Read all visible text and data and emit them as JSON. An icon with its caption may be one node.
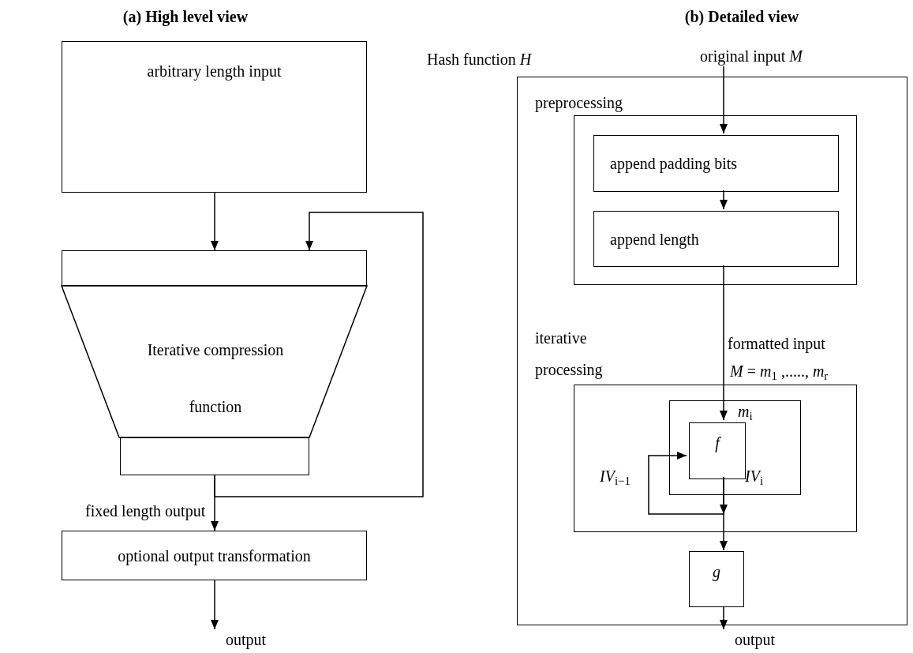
{
  "diagram": {
    "nodes": [
      {
        "text": [
          "arbitrary length input"
        ]
      },
      {
        "text": [],
        "shape": "box"
      },
      {
        "text": [
          "Iterative compression function"
        ]
      },
      {
        "text": [],
        "shape": "box"
      },
      {
        "text": [
          "optional output transformation"
        ]
      },
      {
        "text": [
          "output"
        ]
      },
      {
        "text": [
          "Hash function *H*"
        ]
      },
      {
        "text": [
          "preprocessing"
        ],
        "in": 6
      },
      {
        "text": [
          "append padding bits"
        ],
        "in": 7
      },
      {
        "text": [
          "append length"
        ],
        "in": 7
      },
      {
        "text": [
          "iterative processing"
        ],
        "in": 6
      },
      {
        "text": [],
        "shape": "box",
        "in": 10
      },
      {
        "text": [
          "f"
        ],
        "in": 11
      },
      {
        "text": [
          "g"
        ],
        "in": 6
      },
      {
        "text": [
          "original input *M*"
        ]
      },
      {
        "text": [
          "output"
        ]
      }
    ],
    "edges": [
      {
        "from": 0,
        "to": 1,
        "arrow": "to"
      },
      {
        "from": 3,
        "to": 1,
        "arrow": "to"
      },
      {
        "from": 3,
        "to": 4,
        "arrow": "to",
        "label": "fixed length output"
      },
      {
        "from": 4,
        "to": 5,
        "arrow": "to"
      },
      {
        "from": 14,
        "to": 8,
        "arrow": "to"
      },
      {
        "from": 8,
        "to": 9,
        "arrow": "to"
      },
      {
        "from": 9,
        "to": 12,
        "arrow": "to",
        "label": "formatted input"
      },
      {
        "from": 12,
        "to": 12,
        "arrow": "to"
      },
      {
        "from": 12,
        "to": 13,
        "arrow": "to"
      },
      {
        "from": 13,
        "to": 15,
        "arrow": "to"
      }
    ],
    "labels": [
      "(a) High level view",
      "(b) Detailed view",
      "*M* = *m*$_{1}$ ,....., *m*$_{r}$",
      "*m*$_{i}$",
      "*IV*$_{i}$",
      "*IV*$_{i−1}$"
    ]
  }
}
